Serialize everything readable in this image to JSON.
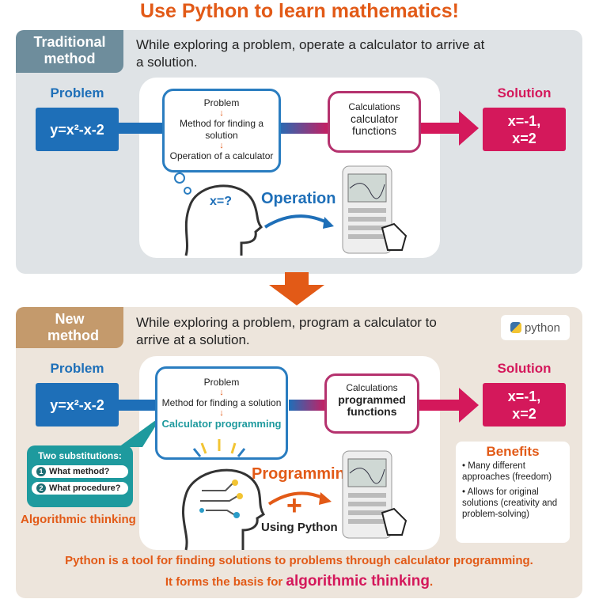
{
  "title": "Use Python to learn mathematics!",
  "traditional": {
    "tab": "Traditional method",
    "description": "While exploring a problem, operate a calculator to arrive at a solution.",
    "problem_label": "Problem",
    "problem_equation": "y=x²-x-2",
    "thought": [
      "Problem",
      "Method for finding a solution",
      "Operation of a calculator"
    ],
    "calc_bubble": {
      "line1": "Calculations",
      "line2": "calculator",
      "line3": "functions"
    },
    "head_text": "x=?",
    "operation_label": "Operation",
    "solution_label": "Solution",
    "solution_line1": "x=-1,",
    "solution_line2": "x=2"
  },
  "new": {
    "tab": "New method",
    "description": "While exploring a problem, program a calculator to arrive at a solution.",
    "python_logo": "python",
    "problem_label": "Problem",
    "problem_equation": "y=x²-x-2",
    "thought": [
      "Problem",
      "Method for finding a solution",
      "Calculator programming"
    ],
    "calc_bubble": {
      "line1": "Calculations",
      "line2": "programmed",
      "line3": "functions"
    },
    "substitutions": {
      "title": "Two substitutions:",
      "items": [
        {
          "num": "1",
          "text": "What method?"
        },
        {
          "num": "2",
          "text": "What procedure?"
        }
      ]
    },
    "algorithmic_label": "Algorithmic thinking",
    "programming_label": "Programming",
    "plus": "+",
    "using_python": "Using Python",
    "solution_label": "Solution",
    "solution_line1": "x=-1,",
    "solution_line2": "x=2",
    "benefits": {
      "title": "Benefits",
      "items": [
        "Many different approaches (freedom)",
        "Allows for original solutions (creativity and problem-solving)"
      ]
    }
  },
  "footer": {
    "line1": "Python is a tool for finding solutions to problems through calculator programming.",
    "line2_prefix": "It forms the basis for ",
    "line2_highlight": "algorithmic thinking",
    "line2_suffix": "."
  },
  "colors": {
    "orange": "#e25a17",
    "blue": "#1e6fb8",
    "pink": "#d4185b",
    "teal": "#1e9a9e"
  }
}
